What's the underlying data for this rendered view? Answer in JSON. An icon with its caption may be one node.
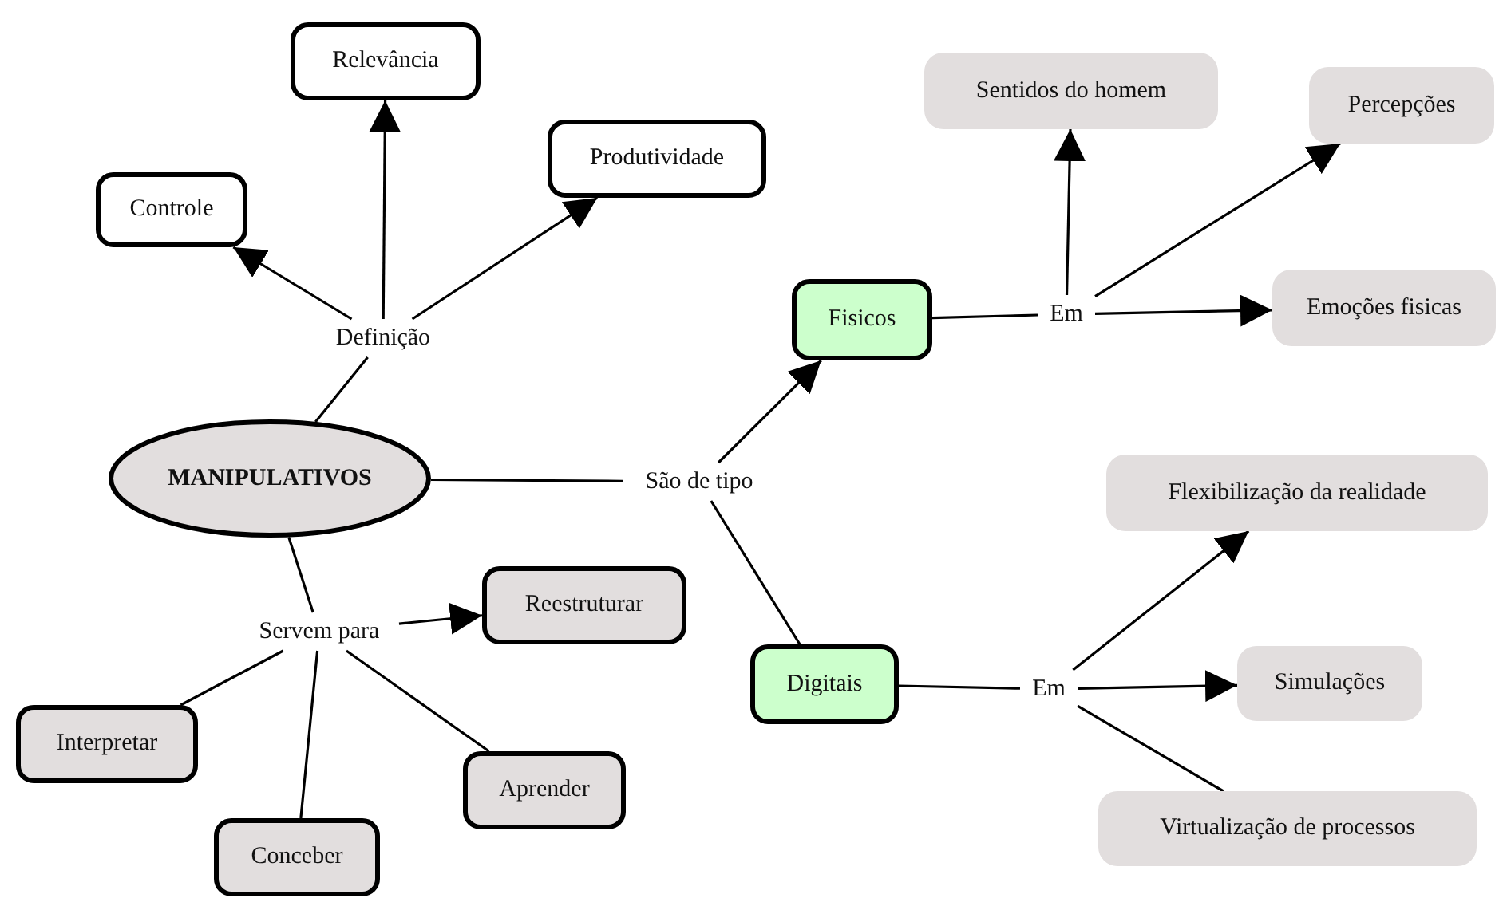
{
  "diagram": {
    "nodes": [
      {
        "text": [
          "MANIPULATIVOS"
        ]
      },
      {
        "text": [
          "Definição"
        ]
      },
      {
        "text": [
          "Controle"
        ]
      },
      {
        "text": [
          "Relevância"
        ]
      },
      {
        "text": [
          "Produtividade"
        ]
      },
      {
        "text": [
          "São de tipo"
        ]
      },
      {
        "text": [
          "Fisicos"
        ]
      },
      {
        "text": [
          "Digitais"
        ]
      },
      {
        "text": [
          "Em"
        ]
      },
      {
        "text": [
          "Sentidos do homem"
        ]
      },
      {
        "text": [
          "Percepções"
        ]
      },
      {
        "text": [
          "Emoções fisicas"
        ]
      },
      {
        "text": [
          "Em"
        ]
      },
      {
        "text": [
          "Flexibilização da realidade"
        ]
      },
      {
        "text": [
          "Simulações"
        ]
      },
      {
        "text": [
          "Virtualização de processos"
        ]
      },
      {
        "text": [
          "Servem para"
        ]
      },
      {
        "text": [
          "Reestruturar"
        ]
      },
      {
        "text": [
          "Interpretar"
        ]
      },
      {
        "text": [
          "Conceber"
        ]
      },
      {
        "text": [
          "Aprender"
        ]
      }
    ],
    "edges": [
      {
        "from": 0,
        "to": 1,
        "arrow": "none"
      },
      {
        "from": 1,
        "to": 2,
        "arrow": "to"
      },
      {
        "from": 1,
        "to": 3,
        "arrow": "to"
      },
      {
        "from": 1,
        "to": 4,
        "arrow": "to"
      },
      {
        "from": 0,
        "to": 5,
        "arrow": "none"
      },
      {
        "from": 5,
        "to": 6,
        "arrow": "to"
      },
      {
        "from": 5,
        "to": 7,
        "arrow": "none"
      },
      {
        "from": 6,
        "to": 8,
        "arrow": "none"
      },
      {
        "from": 8,
        "to": 9,
        "arrow": "to"
      },
      {
        "from": 8,
        "to": 10,
        "arrow": "to"
      },
      {
        "from": 8,
        "to": 11,
        "arrow": "to"
      },
      {
        "from": 7,
        "to": 12,
        "arrow": "none"
      },
      {
        "from": 12,
        "to": 13,
        "arrow": "to"
      },
      {
        "from": 12,
        "to": 14,
        "arrow": "to"
      },
      {
        "from": 12,
        "to": 15,
        "arrow": "none"
      },
      {
        "from": 0,
        "to": 16,
        "arrow": "none"
      },
      {
        "from": 16,
        "to": 17,
        "arrow": "to"
      },
      {
        "from": 16,
        "to": 18,
        "arrow": "none"
      },
      {
        "from": 16,
        "to": 19,
        "arrow": "none"
      },
      {
        "from": 16,
        "to": 20,
        "arrow": "none"
      }
    ]
  }
}
